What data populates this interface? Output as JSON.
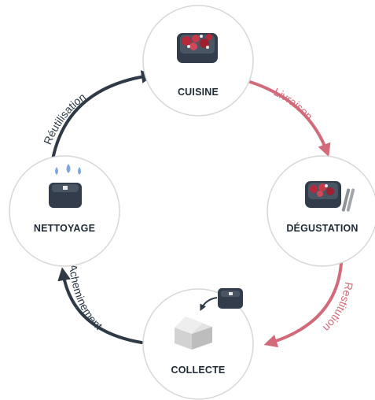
{
  "colors": {
    "dark": "#2f3a46",
    "pink": "#d16a79",
    "node_border": "#d7d7d7",
    "node_fill": "#ffffff",
    "container_dark": "#323c4a",
    "food_red": "#b8283a",
    "water_blue": "#7fa7dd"
  },
  "nodes": {
    "cuisine": {
      "label": "CUISINE",
      "icon": "filled-container-icon"
    },
    "degustation": {
      "label": "DÉGUSTATION",
      "icon": "filled-container-with-cutlery-icon"
    },
    "collecte": {
      "label": "COLLECTE",
      "icon": "collection-box-icon"
    },
    "nettoyage": {
      "label": "NETTOYAGE",
      "icon": "washing-container-icon"
    }
  },
  "arcs": {
    "livraison": {
      "label": "Livraison",
      "color": "pink"
    },
    "restitution": {
      "label": "Restitution",
      "color": "pink"
    },
    "acheminement": {
      "label": "Acheminement",
      "color": "dark"
    },
    "reutilisation": {
      "label": "Réutilisation",
      "color": "dark"
    }
  }
}
